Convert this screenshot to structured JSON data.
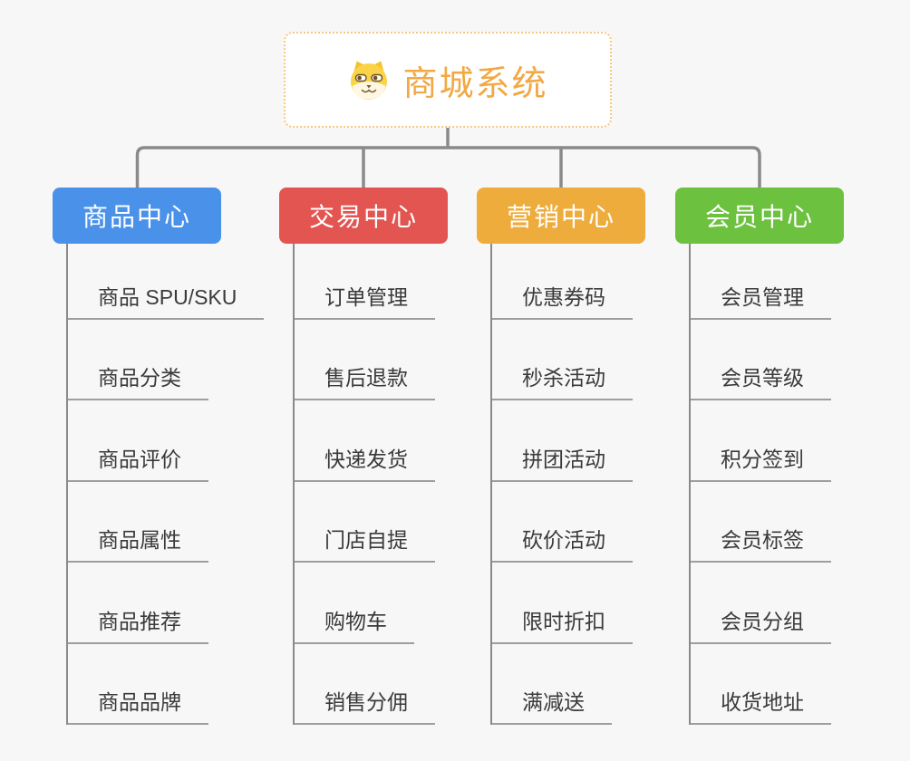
{
  "root": {
    "title": "商城系统",
    "icon": "dog-face"
  },
  "branches": [
    {
      "label": "商品中心",
      "color": "#4A91E9",
      "items": [
        "商品 SPU/SKU",
        "商品分类",
        "商品评价",
        "商品属性",
        "商品推荐",
        "商品品牌"
      ]
    },
    {
      "label": "交易中心",
      "color": "#E25551",
      "items": [
        "订单管理",
        "售后退款",
        "快递发货",
        "门店自提",
        "购物车",
        "销售分佣"
      ]
    },
    {
      "label": "营销中心",
      "color": "#EEAC3C",
      "items": [
        "优惠券码",
        "秒杀活动",
        "拼团活动",
        "砍价活动",
        "限时折扣",
        "满减送"
      ]
    },
    {
      "label": "会员中心",
      "color": "#6CC13F",
      "items": [
        "会员管理",
        "会员等级",
        "积分签到",
        "会员标签",
        "会员分组",
        "收货地址"
      ]
    }
  ],
  "colors": {
    "background": "#F7F7F7",
    "connector_line": "#8A8A8A",
    "item_underline": "#9E9E9E",
    "root_border": "#F3C981",
    "root_title": "#F2A843",
    "branch_text": "#FFFFFF",
    "item_text": "#3A3A3A"
  }
}
